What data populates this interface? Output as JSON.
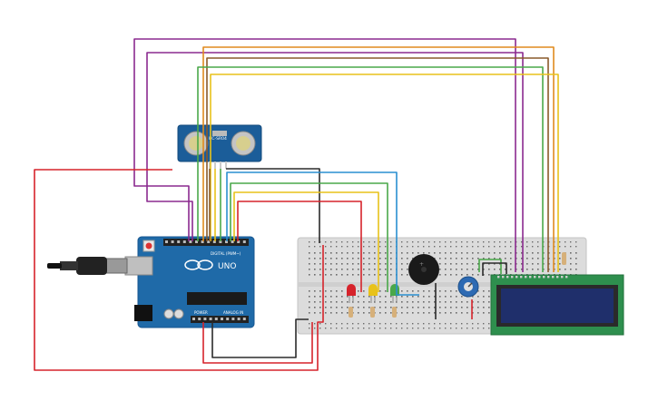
{
  "colors": {
    "background": "#ffffff",
    "arduino_board": "#1f6aa8",
    "breadboard": "#dcdcdc",
    "lcd_board": "#2e8f4e",
    "lcd_screen": "#1f2f6b",
    "sensor_board": "#1b5d99",
    "wire_red": "#d6232b",
    "wire_black": "#2b2b2b",
    "wire_purple": "#8b2a8f",
    "wire_orange": "#e08a1e",
    "wire_yellow": "#e8c21a",
    "wire_green": "#4aa84a",
    "wire_blue": "#2a8fd0",
    "wire_brown": "#8a5a2b"
  },
  "components": {
    "ultrasonic_sensor": {
      "label": "HC-SR04",
      "icon": "ultrasonic-sensor-icon"
    },
    "arduino": {
      "brand": "UNO",
      "digital_label": "DIGITAL (PWM~)",
      "power_label": "POWER",
      "analog_label": "ANALOG IN"
    },
    "leds": [
      "red",
      "yellow",
      "green"
    ],
    "buzzer": {
      "icon": "piezo-buzzer-icon"
    },
    "potentiometer": {
      "icon": "potentiometer-icon"
    },
    "lcd": {
      "icon": "lcd-16x2-icon"
    },
    "usb_cable": {
      "icon": "usb-cable-icon"
    }
  }
}
